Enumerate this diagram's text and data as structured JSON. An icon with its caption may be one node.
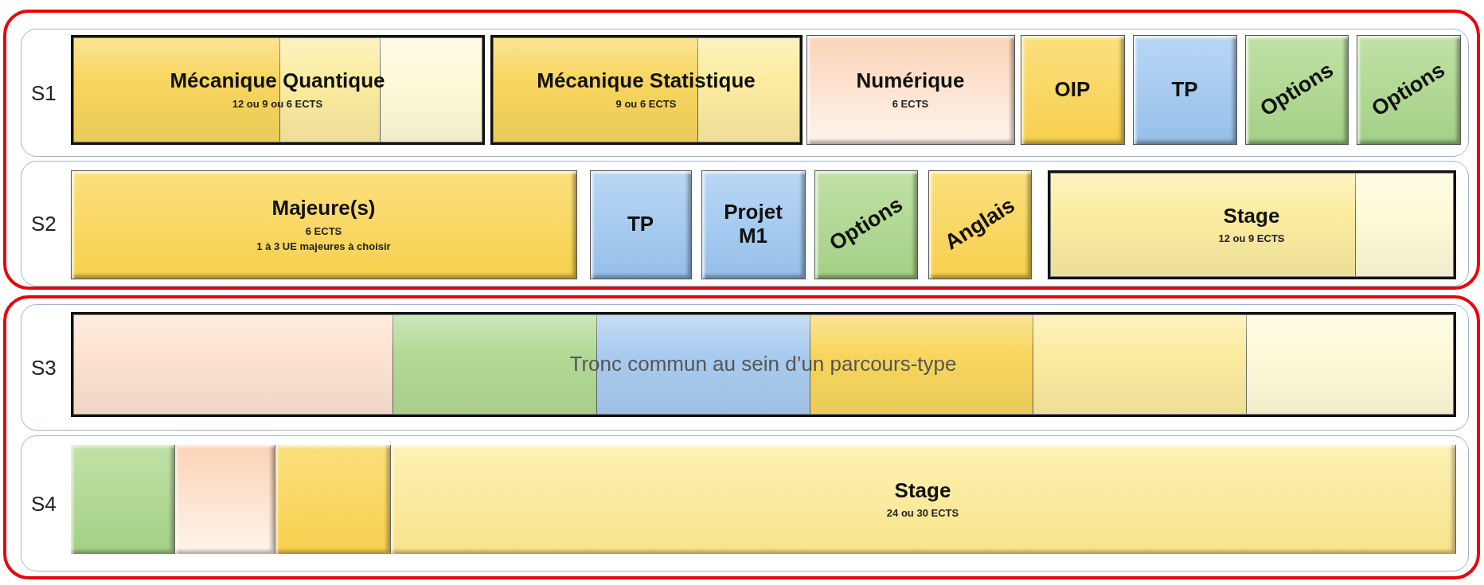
{
  "diagram": {
    "nodes": [
      {
        "text": [],
        "shape": "box"
      },
      {
        "text": [
          "S1"
        ],
        "in": 0
      },
      {
        "text": [
          "Mécanique Quantique",
          "12 ou 9 ou 6 ECTS"
        ],
        "in": 1
      },
      {
        "text": [
          "Mécanique Statistique",
          "9 ou 6 ECTS"
        ],
        "in": 1
      },
      {
        "text": [
          "Numérique",
          "6 ECTS"
        ],
        "in": 1
      },
      {
        "text": [
          "OIP"
        ],
        "in": 1
      },
      {
        "text": [
          "TP"
        ],
        "in": 1
      },
      {
        "text": [
          "Options"
        ],
        "in": 1
      },
      {
        "text": [
          "Options"
        ],
        "in": 1
      },
      {
        "text": [
          "S2"
        ],
        "in": 0
      },
      {
        "text": [
          "Majeure(s)",
          "6 ECTS",
          "1 à 3 UE majeures à choisir"
        ],
        "in": 9
      },
      {
        "text": [
          "TP"
        ],
        "in": 9
      },
      {
        "text": [
          "Projet M1"
        ],
        "in": 9
      },
      {
        "text": [
          "Options"
        ],
        "in": 9
      },
      {
        "text": [
          "Anglais"
        ],
        "in": 9
      },
      {
        "text": [
          "Stage",
          "12 ou 9 ECTS"
        ],
        "in": 9
      },
      {
        "text": [],
        "shape": "box"
      },
      {
        "text": [
          "S3"
        ],
        "in": 16
      },
      {
        "text": [
          "Tronc commun au sein d’un parcours-type"
        ],
        "in": 17
      },
      {
        "text": [
          "S4"
        ],
        "in": 16
      },
      {
        "text": [],
        "shape": "box",
        "in": 19
      },
      {
        "text": [],
        "shape": "box",
        "in": 20
      },
      {
        "text": [],
        "shape": "box",
        "in": 20
      },
      {
        "text": [],
        "shape": "box",
        "in": 20
      },
      {
        "text": [
          "Stage",
          "24 ou 30 ECTS"
        ],
        "in": 20
      }
    ],
    "edges": []
  }
}
